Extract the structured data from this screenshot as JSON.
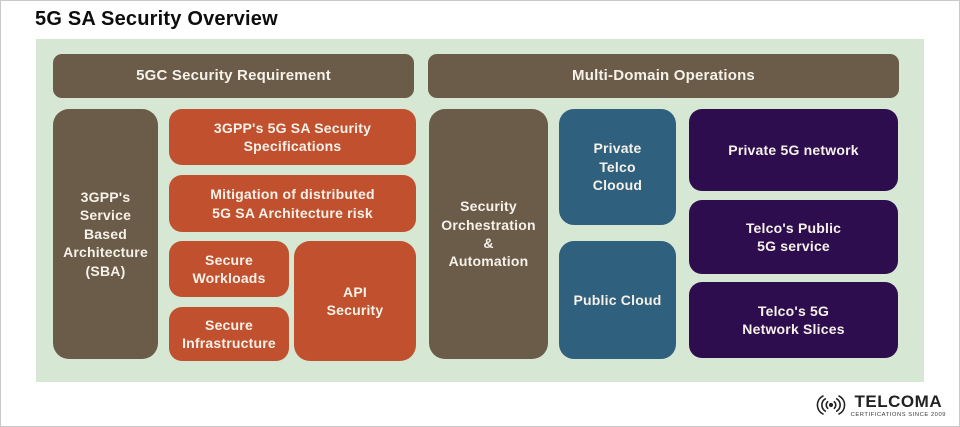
{
  "title": "5G SA Security Overview",
  "colors": {
    "panel_bg": "#d6e7d4",
    "brown": "#6a5c49",
    "orange": "#c1512e",
    "blue": "#2f607e",
    "purple": "#2d0d4e",
    "text_light": "#f6f1e9"
  },
  "headers": {
    "left": "5GC Security Requirement",
    "right": "Multi-Domain Operations"
  },
  "blocks": {
    "sba": {
      "label": "3GPP's\nService\nBased\nArchitecture\n(SBA)"
    },
    "specs": {
      "label": "3GPP's 5G SA Security\nSpecifications"
    },
    "mitigation": {
      "label": "Mitigation of distributed\n5G SA Architecture risk"
    },
    "workloads": {
      "label": "Secure\nWorkloads"
    },
    "infrastructure": {
      "label": "Secure\nInfrastructure"
    },
    "api": {
      "label": "API\nSecurity"
    },
    "soa": {
      "label": "Security\nOrchestration\n&\nAutomation"
    },
    "private_telco_cloud": {
      "label": "Private\nTelco\nClooud"
    },
    "public_cloud": {
      "label": "Public Cloud"
    },
    "private_5g_network": {
      "label": "Private 5G network"
    },
    "telco_public_5g": {
      "label": "Telco's Public\n5G service"
    },
    "telco_5g_slices": {
      "label": "Telco's 5G\nNetwork Slices"
    }
  },
  "logo": {
    "name": "TELCOMA",
    "tagline": "CERTIFICATIONS SINCE 2009",
    "icon": "wireless-signal-icon"
  }
}
